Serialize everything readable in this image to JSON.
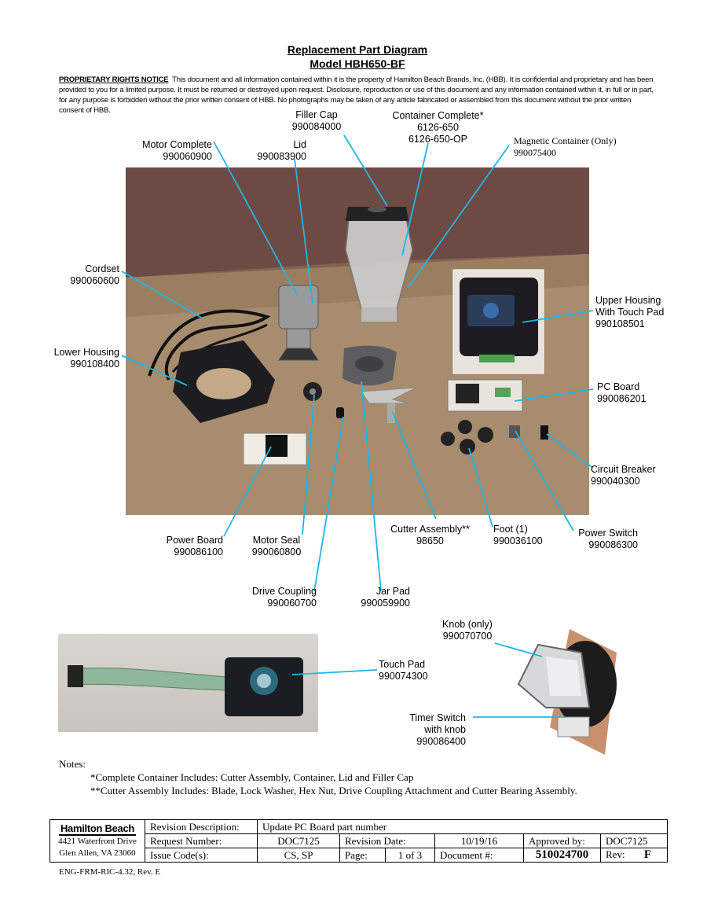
{
  "header": {
    "title": "Replacement Part Diagram",
    "model": "Model HBH650-BF",
    "notice_heading": "PROPRIETARY RIGHTS NOTICE",
    "notice_text": "This document and all information contained within it is the property of Hamilton Beach Brands, Inc. (HBB).  It is confidential and proprietary and has been provided to you for a limited purpose.  It must be returned or destroyed upon request.  Disclosure, reproduction or use of this document and any information contained within it, in full or in part, for any purpose is forbidden without the prior written consent of HBB.  No photographs may be taken of any article fabricated or assembled from this document without the prior written consent of HBB."
  },
  "parts": {
    "filler_cap": {
      "name": "Filler Cap",
      "number": "990084000"
    },
    "container": {
      "name": "Container Complete*",
      "number": "6126-650",
      "number2": "6126-650-OP"
    },
    "magnetic": {
      "name": "Magnetic Container (Only)",
      "number": "990075400"
    },
    "motor": {
      "name": "Motor Complete",
      "number": "990060900"
    },
    "lid": {
      "name": "Lid",
      "number": "990083900"
    },
    "cordset": {
      "name": "Cordset",
      "number": "990060600"
    },
    "lower_housing": {
      "name": "Lower Housing",
      "number": "990108400"
    },
    "upper_housing": {
      "name": "Upper Housing",
      "name2": "With Touch Pad",
      "number": "990108501"
    },
    "pc_board": {
      "name": "PC Board",
      "number": "990086201"
    },
    "circuit_breaker": {
      "name": "Circuit Breaker",
      "number": "990040300"
    },
    "power_switch": {
      "name": "Power Switch",
      "number": "990086300"
    },
    "foot": {
      "name": "Foot (1)",
      "number": "990036100"
    },
    "cutter": {
      "name": "Cutter Assembly**",
      "number": "98650"
    },
    "power_board": {
      "name": "Power Board",
      "number": "990086100"
    },
    "motor_seal": {
      "name": "Motor Seal",
      "number": "990060800"
    },
    "drive_coupling": {
      "name": "Drive Coupling",
      "number": "990060700"
    },
    "jar_pad": {
      "name": "Jar Pad",
      "number": "990059900"
    },
    "knob": {
      "name": "Knob (only)",
      "number": "990070700"
    },
    "touch_pad": {
      "name": "Touch Pad",
      "number": "990074300"
    },
    "timer_switch": {
      "name": "Timer Switch",
      "name2": "with knob",
      "number": "990086400"
    }
  },
  "notes": {
    "heading": "Notes:",
    "line1": "*Complete Container Includes: Cutter Assembly, Container, Lid and Filler Cap",
    "line2": "**Cutter Assembly Includes:  Blade, Lock Washer, Hex Nut, Drive Coupling Attachment and Cutter Bearing Assembly."
  },
  "footer": {
    "logo": "Hamilton Beach",
    "address1": "4421 Waterfront Drive",
    "address2": "Glen Allen, VA  23060",
    "rev_desc_label": "Revision Description:",
    "rev_desc_value": "Update PC Board part number",
    "request_label": "Request Number:",
    "request_value": "DOC7125",
    "rev_date_label": "Revision Date:",
    "rev_date_value": "10/19/16",
    "approved_label": "Approved by:",
    "approved_value": "DOC7125",
    "issue_label": "Issue Code(s):",
    "issue_value": "CS, SP",
    "page_label": "Page:",
    "page_value": "1 of 3",
    "doc_label": "Document #:",
    "doc_value": "510024700",
    "rev_label": "Rev:",
    "rev_value": "F",
    "form_number": "ENG-FRM-RIC-4.32, Rev. E"
  }
}
